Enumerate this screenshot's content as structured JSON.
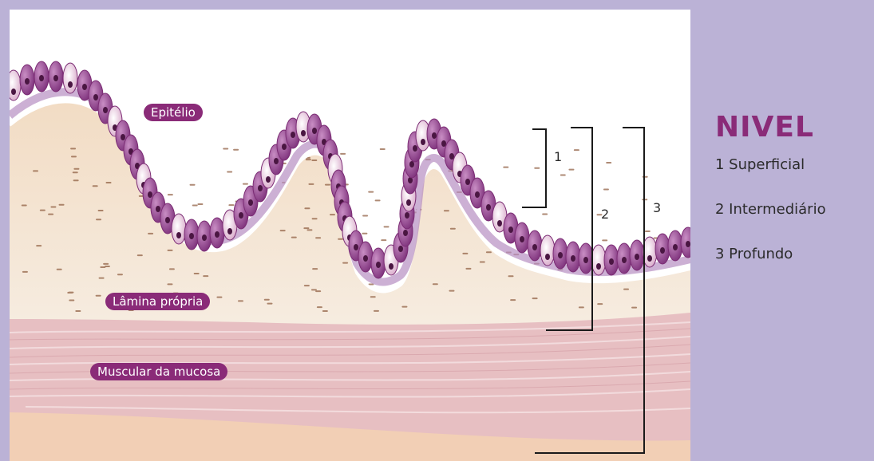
{
  "colors": {
    "frame": "#bbb2d6",
    "accent": "#8a2b78",
    "cell_dark": "#9b4d99",
    "cell_light": "#ead4e2",
    "nucleus": "#4a1642",
    "lamina": "#f3e5d4",
    "muscle": "#e9c3c5",
    "submucosa": "#f2cfb5"
  },
  "diagram": {
    "labels": {
      "epithelium": "Epitélio",
      "lamina_propria": "Lâmina própria",
      "muscularis_mucosae": "Muscular da mucosa"
    },
    "brackets": [
      "1",
      "2",
      "3"
    ]
  },
  "legend": {
    "title": "NIVEL",
    "items": [
      "1 Superficial",
      "2 Intermediário",
      "3 Profundo"
    ]
  }
}
